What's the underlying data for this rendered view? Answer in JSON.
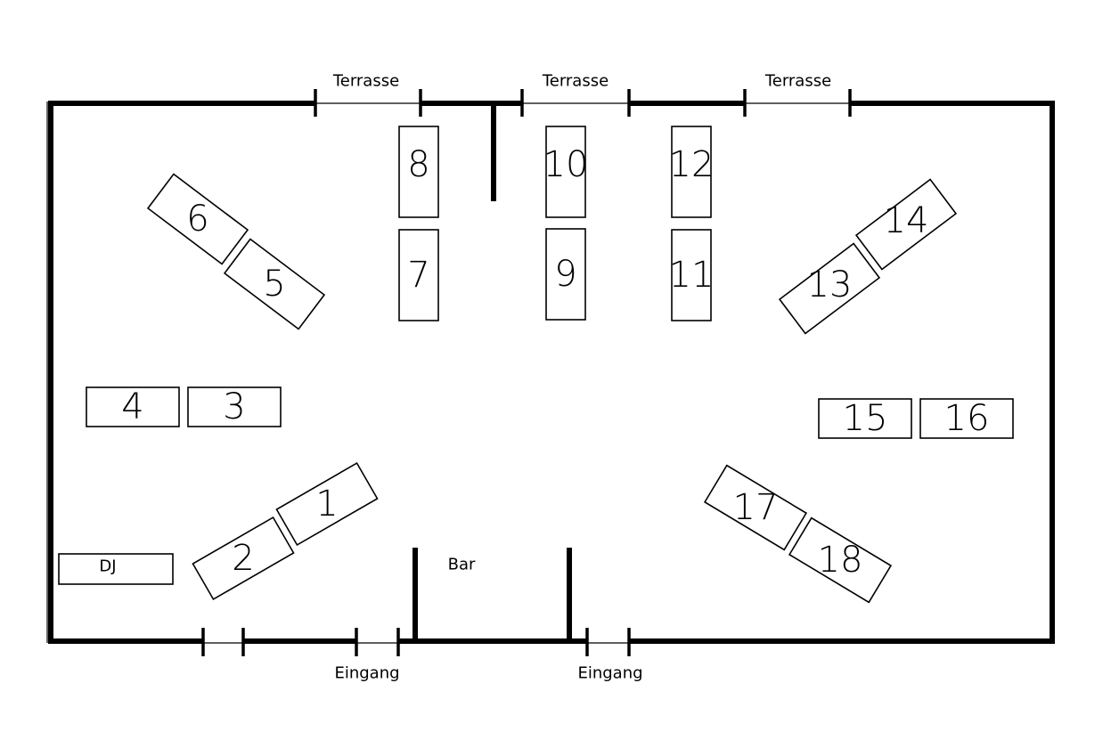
{
  "labels": {
    "terrace": "Terrasse",
    "entrance": "Eingang",
    "bar": "Bar",
    "dj": "DJ"
  },
  "tables": [
    "1",
    "2",
    "3",
    "4",
    "5",
    "6",
    "7",
    "8",
    "9",
    "10",
    "11",
    "12",
    "13",
    "14",
    "15",
    "16",
    "17",
    "18"
  ]
}
